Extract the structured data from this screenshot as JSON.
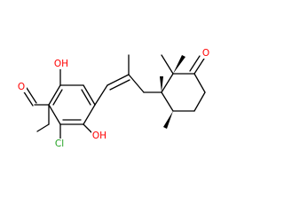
{
  "colors": {
    "bond": "#000000",
    "oxygen": "#ff0000",
    "chlorine": "#1fa01f",
    "background": "#ffffff"
  },
  "atoms": {
    "aldehyde_O": "O",
    "hydroxyl_top": "OH",
    "hydroxyl_bottom": "OH",
    "chloro": "Cl",
    "ketone_O": "O"
  }
}
